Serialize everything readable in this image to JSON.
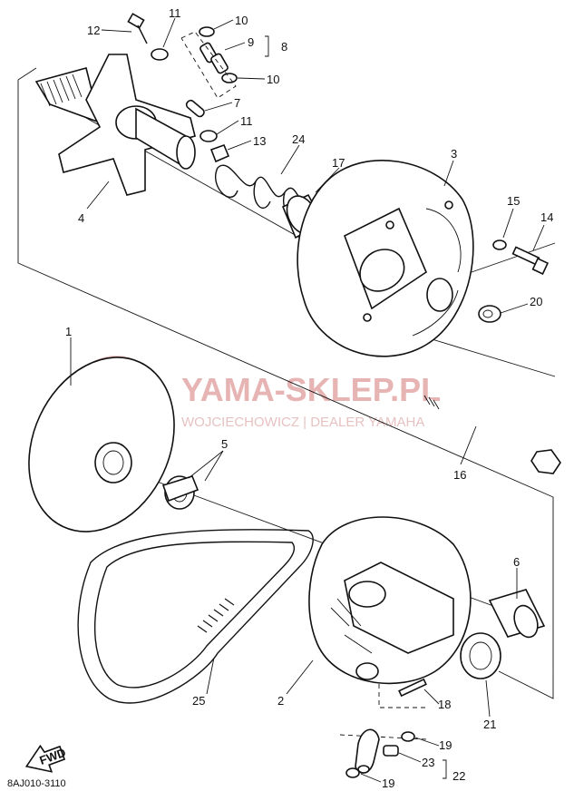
{
  "watermark": {
    "title": "YAMA-SKLEP.PL",
    "subtitle": "WOJCIECHOWICZ | DEALER YAMAHA",
    "color": "#e7b4b4"
  },
  "fwd_label": "FWD",
  "reference_code": "8AJ010-3110",
  "labels": {
    "p1": "1",
    "p2": "2",
    "p3": "3",
    "p4": "4",
    "p5": "5",
    "p6": "6",
    "p7": "7",
    "p8": "8",
    "p9": "9",
    "p10a": "10",
    "p10b": "10",
    "p11a": "11",
    "p11b": "11",
    "p12": "12",
    "p13": "13",
    "p14": "14",
    "p15": "15",
    "p16": "16",
    "p17": "17",
    "p18": "18",
    "p19a": "19",
    "p19b": "19",
    "p20": "20",
    "p21": "21",
    "p22": "22",
    "p23": "23",
    "p24": "24",
    "p25": "25"
  }
}
